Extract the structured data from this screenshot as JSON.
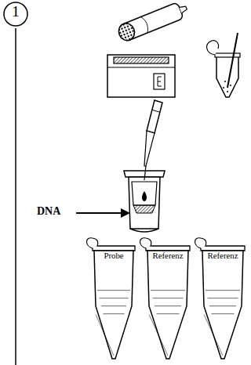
{
  "diagram": {
    "nodes": [
      {
        "text": [
          "1"
        ]
      },
      {
        "text": [
          "Probe"
        ]
      },
      {
        "text": [
          "Referenz"
        ]
      },
      {
        "text": [
          "Referenz"
        ]
      }
    ],
    "labels": [
      "DNA"
    ]
  }
}
